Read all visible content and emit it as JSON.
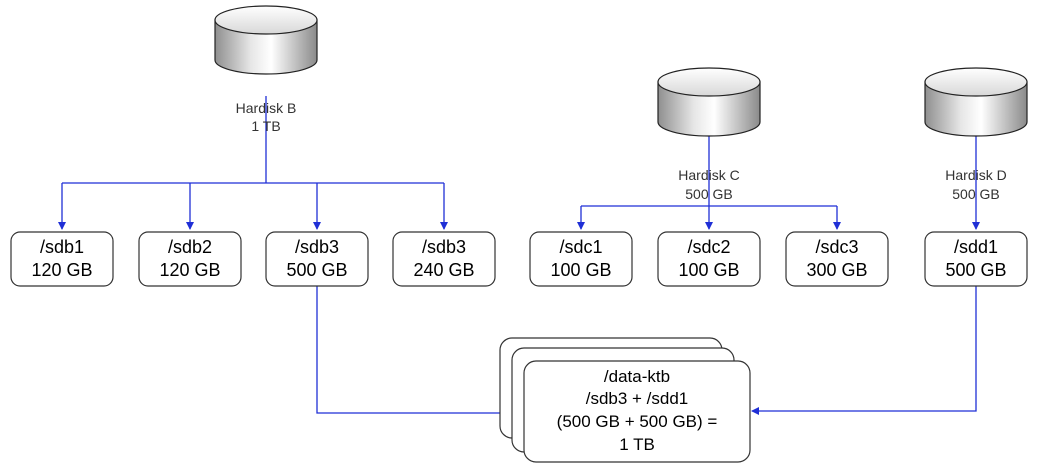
{
  "colors": {
    "connector": "#1f2fd6",
    "box_border": "#333333",
    "disk_fill_light": "#ffffff",
    "disk_fill_dark": "#9a9a9a"
  },
  "disks": [
    {
      "id": "b",
      "name": "Hardisk B",
      "size": "1 TB"
    },
    {
      "id": "c",
      "name": "Hardisk C",
      "size": "500 GB"
    },
    {
      "id": "d",
      "name": "Hardisk D",
      "size": "500 GB"
    }
  ],
  "partitions": [
    {
      "name": "/sdb1",
      "size": "120 GB"
    },
    {
      "name": "/sdb2",
      "size": "120 GB"
    },
    {
      "name": "/sdb3",
      "size": "500 GB"
    },
    {
      "name": "/sdb3",
      "size": "240 GB"
    },
    {
      "name": "/sdc1",
      "size": "100 GB"
    },
    {
      "name": "/sdc2",
      "size": "100 GB"
    },
    {
      "name": "/sdc3",
      "size": "300 GB"
    },
    {
      "name": "/sdd1",
      "size": "500 GB"
    }
  ],
  "volume": {
    "lines": [
      "/data-ktb",
      "/sdb3 + /sdd1",
      "(500 GB + 500 GB) =",
      "1 TB"
    ]
  }
}
